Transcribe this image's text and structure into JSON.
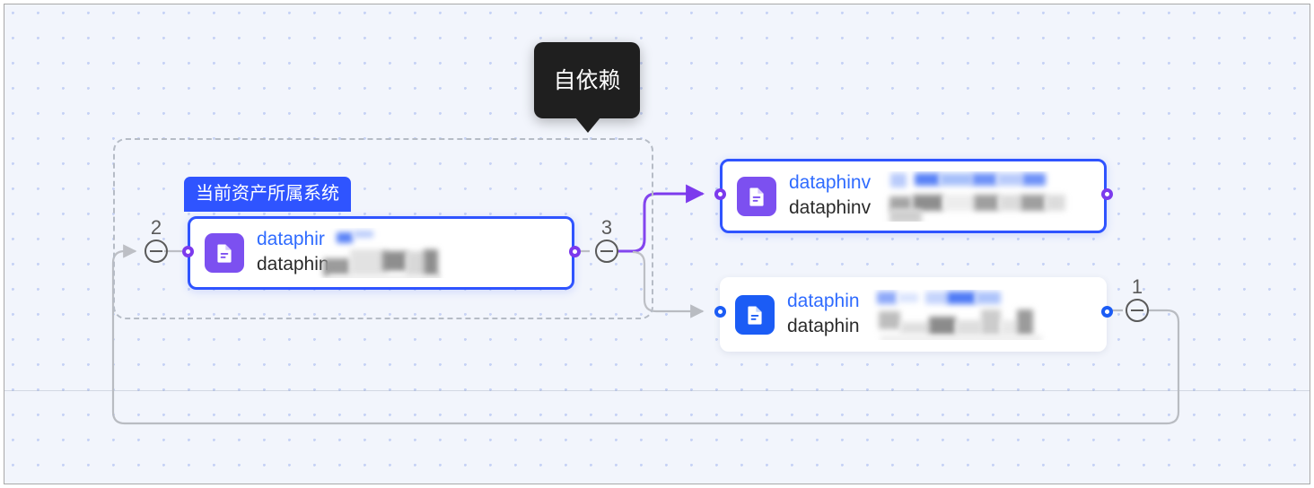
{
  "canvas": {
    "background_color": "#f2f5fc",
    "dot_color": "#c6d2f5",
    "border_color": "#a9a9a9"
  },
  "tooltip": {
    "text": "自依赖",
    "background_color": "#1f1f1f",
    "text_color": "#ffffff"
  },
  "group": {
    "border_style": "dashed",
    "border_color": "#b6bcc6"
  },
  "nodes": [
    {
      "id": "node-current-system",
      "tag_label": "当前资产所属系统",
      "tag_color": "#2f54ff",
      "title": "dataphir",
      "subtitle": "dataphin",
      "icon_name": "document-icon",
      "icon_color": "#7c50f0",
      "selected": true,
      "redacted": true
    },
    {
      "id": "node-streaming",
      "title": "dataphinv",
      "subtitle": "dataphinv",
      "icon_name": "document-icon",
      "icon_color": "#7c50f0",
      "selected": true,
      "redacted": true
    },
    {
      "id": "node-downstream",
      "title": "dataphin",
      "subtitle": "dataphin",
      "icon_name": "document-icon",
      "icon_color": "#1b5cf5",
      "selected": false,
      "redacted": true
    }
  ],
  "badges": [
    {
      "id": "badge-left",
      "count": "2",
      "state": "expanded",
      "icon_name": "minus-circle-icon"
    },
    {
      "id": "badge-middle",
      "count": "3",
      "state": "expanded",
      "icon_name": "minus-circle-icon"
    },
    {
      "id": "badge-right",
      "count": "1",
      "state": "expanded",
      "icon_name": "minus-circle-icon"
    }
  ],
  "ports": [
    {
      "id": "port-current-left",
      "color": "#7c3aed"
    },
    {
      "id": "port-current-right",
      "color": "#7c3aed"
    },
    {
      "id": "port-streaming-left",
      "color": "#7c3aed"
    },
    {
      "id": "port-streaming-right",
      "color": "#7c3aed"
    },
    {
      "id": "port-downstream-left",
      "color": "#1b5cf5"
    },
    {
      "id": "port-downstream-right",
      "color": "#1b5cf5"
    }
  ],
  "edges": [
    {
      "id": "edge-loopback-into-current",
      "color": "#b9bcc2",
      "highlighted": false
    },
    {
      "id": "edge-current-to-streaming",
      "color": "#7c3aed",
      "highlighted": true
    },
    {
      "id": "edge-current-to-downstream",
      "color": "#b9bcc2",
      "highlighted": false
    },
    {
      "id": "edge-downstream-loopback",
      "color": "#b9bcc2",
      "highlighted": false
    }
  ]
}
